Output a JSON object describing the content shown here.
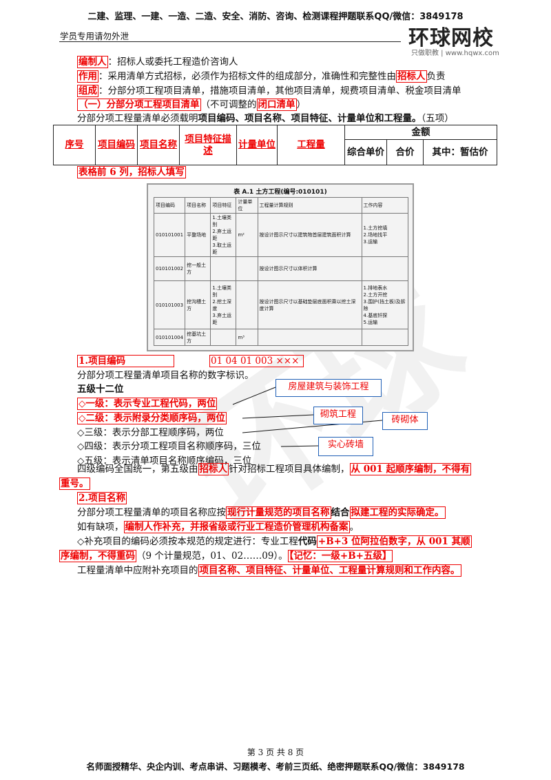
{
  "header": {
    "top": "二建、监理、一建、一造、二造、安全、消防、咨询、检测课程押题联系QQ/微信：3849178",
    "note": "学员专用请勿外泄",
    "logo": "环球网校",
    "logo_sub": "只做职教 | www.hqwx.com"
  },
  "intro": {
    "l1_k": "编制人",
    "l1_t": "：招标人或委托工程造价咨询人",
    "l2_k": "作用",
    "l2_t": "：采用清单方式招标，必须作为招标文件的组成部分，准确性和完整性由",
    "l2_k2": "招标人",
    "l2_t2": "负责",
    "l3_k": "组成",
    "l3_t": "：分部分项工程项目清单，措施项目清单，其他项目清单，规费项目清单、税金项目清单",
    "l4_k": "（一）分部分项工程项目清单",
    "l4_t": "（不可调整的",
    "l4_k2": "闭口清单",
    "l4_t2": "）",
    "l5_t": "分部分项工程量清单必须载明",
    "l5_b": "项目编码、项目名称、项目特征、计量单位和工程量。",
    "l5_t2": "（五项）"
  },
  "table": {
    "c1": "序号",
    "c2": "项目编码",
    "c3": "项目名称",
    "c4": "项目特征描述",
    "c5": "计量单位",
    "c6": "工程量",
    "amount": "金额",
    "a1": "综合单价",
    "a2": "合价",
    "a3": "其中：暂估价"
  },
  "note_first6": "表格前 6 列，招标人填写",
  "scan": {
    "caption": "表 A.1    土方工程(编号:010101)",
    "headers": [
      "项目编码",
      "项目名称",
      "项目特征",
      "计量单位",
      "工程量计算规则",
      "工作内容"
    ],
    "r1": [
      "010101001",
      "平整场地",
      "1.土壤类别\n2.弃土运距\n3.取土运距",
      "m²",
      "按设计图示尺寸以建筑物首层建筑面积计算",
      "1.土方挖填\n2.场地找平\n3.运输"
    ],
    "r2": [
      "010101002",
      "挖一般土方",
      "",
      "",
      "按设计图示尺寸以体积计算",
      ""
    ],
    "r3": [
      "010101003",
      "挖沟槽土方",
      "1.土壤类别\n2.挖土深度\n3.弃土运距",
      "",
      "按设计图示尺寸以基础垫层底面积乘以挖土深度计算",
      "1.排地表水\n2.土方开挖\n3.围护(挡土板)及拆除\n4.基底钎探\n5.运输"
    ],
    "r4": [
      "010101004",
      "挖基坑土方",
      "",
      "m³",
      "",
      ""
    ]
  },
  "s1": {
    "title": "1.项目编码",
    "code": "01 04 01 003   ×××",
    "desc": "分部分项工程量清单项目名称的数字标识。",
    "levels_title": "五级十二位",
    "lv1": "◇一级：表示专业工程代码，两位",
    "lv2": "◇二级：表示附录分类顺序码，两位",
    "lv3": "◇三级：表示分部工程顺序码，两位",
    "lv4": "◇四级：表示分项工程项目名称顺序码，三位",
    "lv5": "◇五级：表示清单项目名称顺序编码，三位",
    "p1_a": "四级编码全国统一，第五级由",
    "p1_k": "招标人",
    "p1_b": "针对招标工程项目具体编制，",
    "p1_k2": "从 001 起顺序编制，不得有",
    "p1_k3": "重号。"
  },
  "callouts": {
    "c1": "房屋建筑与装饰工程",
    "c2": "砌筑工程",
    "c3": "砖砌体",
    "c4": "实心砖墙"
  },
  "s2": {
    "title": "2.项目名称",
    "p1_a": "分部分项工程量清单的项目名称应按",
    "p1_k": "现行计量规范的项目名称",
    "p1_b": "结合",
    "p1_k2": "拟建工程的实际确定。",
    "p2_a": "如有缺项，",
    "p2_k": "编制人作补充，并报省级或行业工程造价管理机构备案",
    "p2_b": "。",
    "p3_a": "◇补充项目的编码必须按本规范的规定进行：专业工程",
    "p3_b": "代码",
    "p3_k": "+B+3 位阿拉伯数字，从 001 其顺",
    "p4_k": "序编制，不得重码",
    "p4_a": "（9 个计量规范，01、02……09）。",
    "p4_k2": "【记忆：一级+B+五级】",
    "p5_a": "工程量清单中应附补充项目的",
    "p5_k": "项目名称、项目特征、计量单位、工程量计算规则和工作内容。"
  },
  "footer": {
    "page": "第 3 页 共 8 页",
    "contact": "名师面授精华、央企内训、考点串讲、习题模考、考前三页纸、绝密押题联系QQ/微信：3849178"
  }
}
